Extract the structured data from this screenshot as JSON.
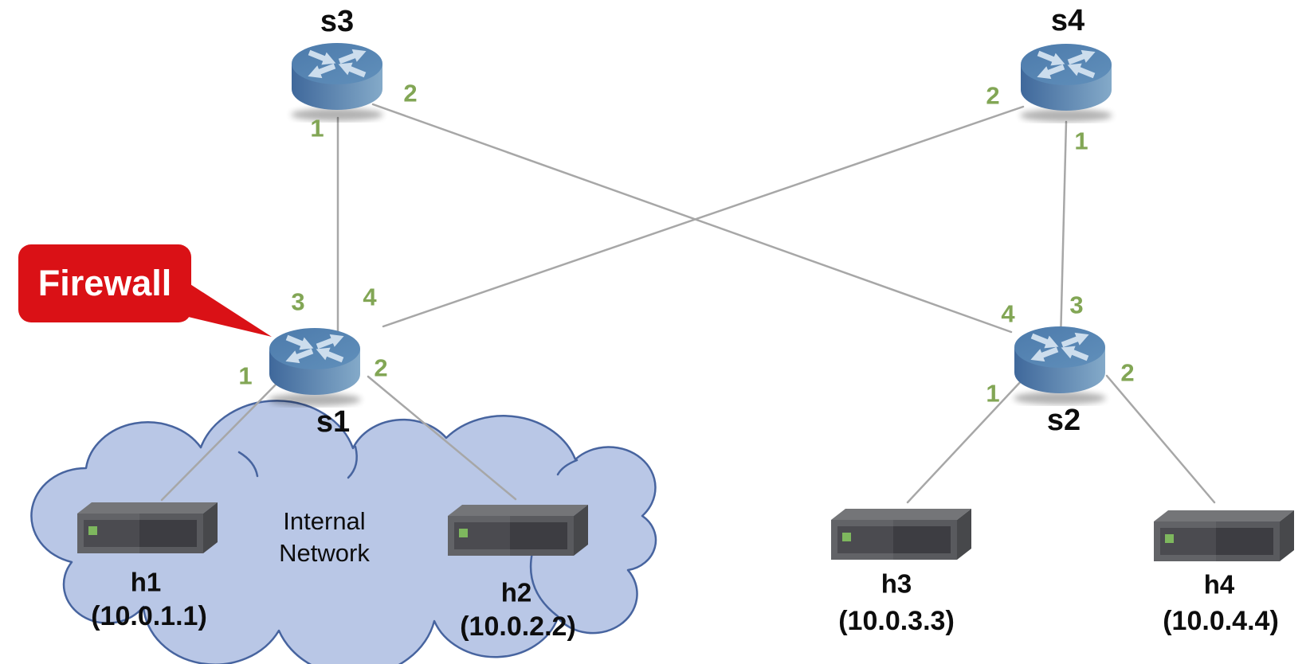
{
  "switches": {
    "s1": {
      "label": "s1",
      "ports": {
        "p1": "1",
        "p2": "2",
        "p3": "3",
        "p4": "4"
      }
    },
    "s2": {
      "label": "s2",
      "ports": {
        "p1": "1",
        "p2": "2",
        "p3": "3",
        "p4": "4"
      }
    },
    "s3": {
      "label": "s3",
      "ports": {
        "p1": "1",
        "p2": "2"
      }
    },
    "s4": {
      "label": "s4",
      "ports": {
        "p1": "1",
        "p2": "2"
      }
    }
  },
  "hosts": {
    "h1": {
      "label": "h1",
      "ip": "(10.0.1.1)"
    },
    "h2": {
      "label": "h2",
      "ip": "(10.0.2.2)"
    },
    "h3": {
      "label": "h3",
      "ip": "(10.0.3.3)"
    },
    "h4": {
      "label": "h4",
      "ip": "(10.0.4.4)"
    }
  },
  "annotations": {
    "firewall_label": "Firewall",
    "internal_network": {
      "line1": "Internal",
      "line2": "Network"
    }
  },
  "links": [
    {
      "from": "s3:1",
      "to": "s1:3"
    },
    {
      "from": "s3:2",
      "to": "s2:4"
    },
    {
      "from": "s4:2",
      "to": "s1:4"
    },
    {
      "from": "s4:1",
      "to": "s2:3"
    },
    {
      "from": "s1:1",
      "to": "h1"
    },
    {
      "from": "s1:2",
      "to": "h2"
    },
    {
      "from": "s2:1",
      "to": "h3"
    },
    {
      "from": "s2:2",
      "to": "h4"
    }
  ],
  "colors": {
    "firewall_red": "#da1116",
    "port_green": "#82a655",
    "link_gray": "#a7a7a7",
    "cloud_fill": "#b9c7e6",
    "cloud_stroke": "#47649f",
    "router_blue": "#4f7dad",
    "led_green": "#7eb75e",
    "label_black": "#0d0d0d"
  }
}
